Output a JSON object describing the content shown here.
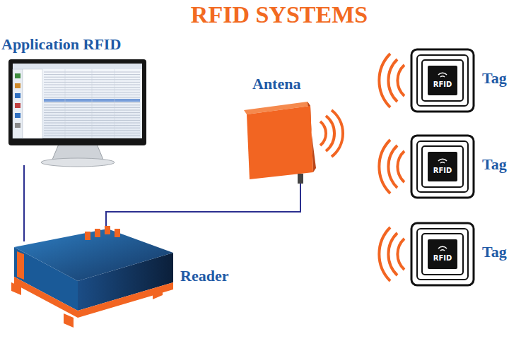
{
  "diagram": {
    "title": "RFID SYSTEMS",
    "nodes": [
      {
        "text": [
          "Application RFID"
        ]
      },
      {
        "text": [
          "Antena"
        ]
      },
      {
        "text": [
          "Tag",
          "RFID"
        ]
      },
      {
        "text": [
          "Tag",
          "RFID"
        ]
      },
      {
        "text": [
          "Tag",
          "RFID"
        ]
      },
      {
        "text": [
          "Reader"
        ]
      }
    ],
    "edges": [
      {
        "from": 0,
        "to": 5,
        "arrow": "none"
      },
      {
        "from": 5,
        "to": 1,
        "arrow": "none"
      }
    ]
  }
}
